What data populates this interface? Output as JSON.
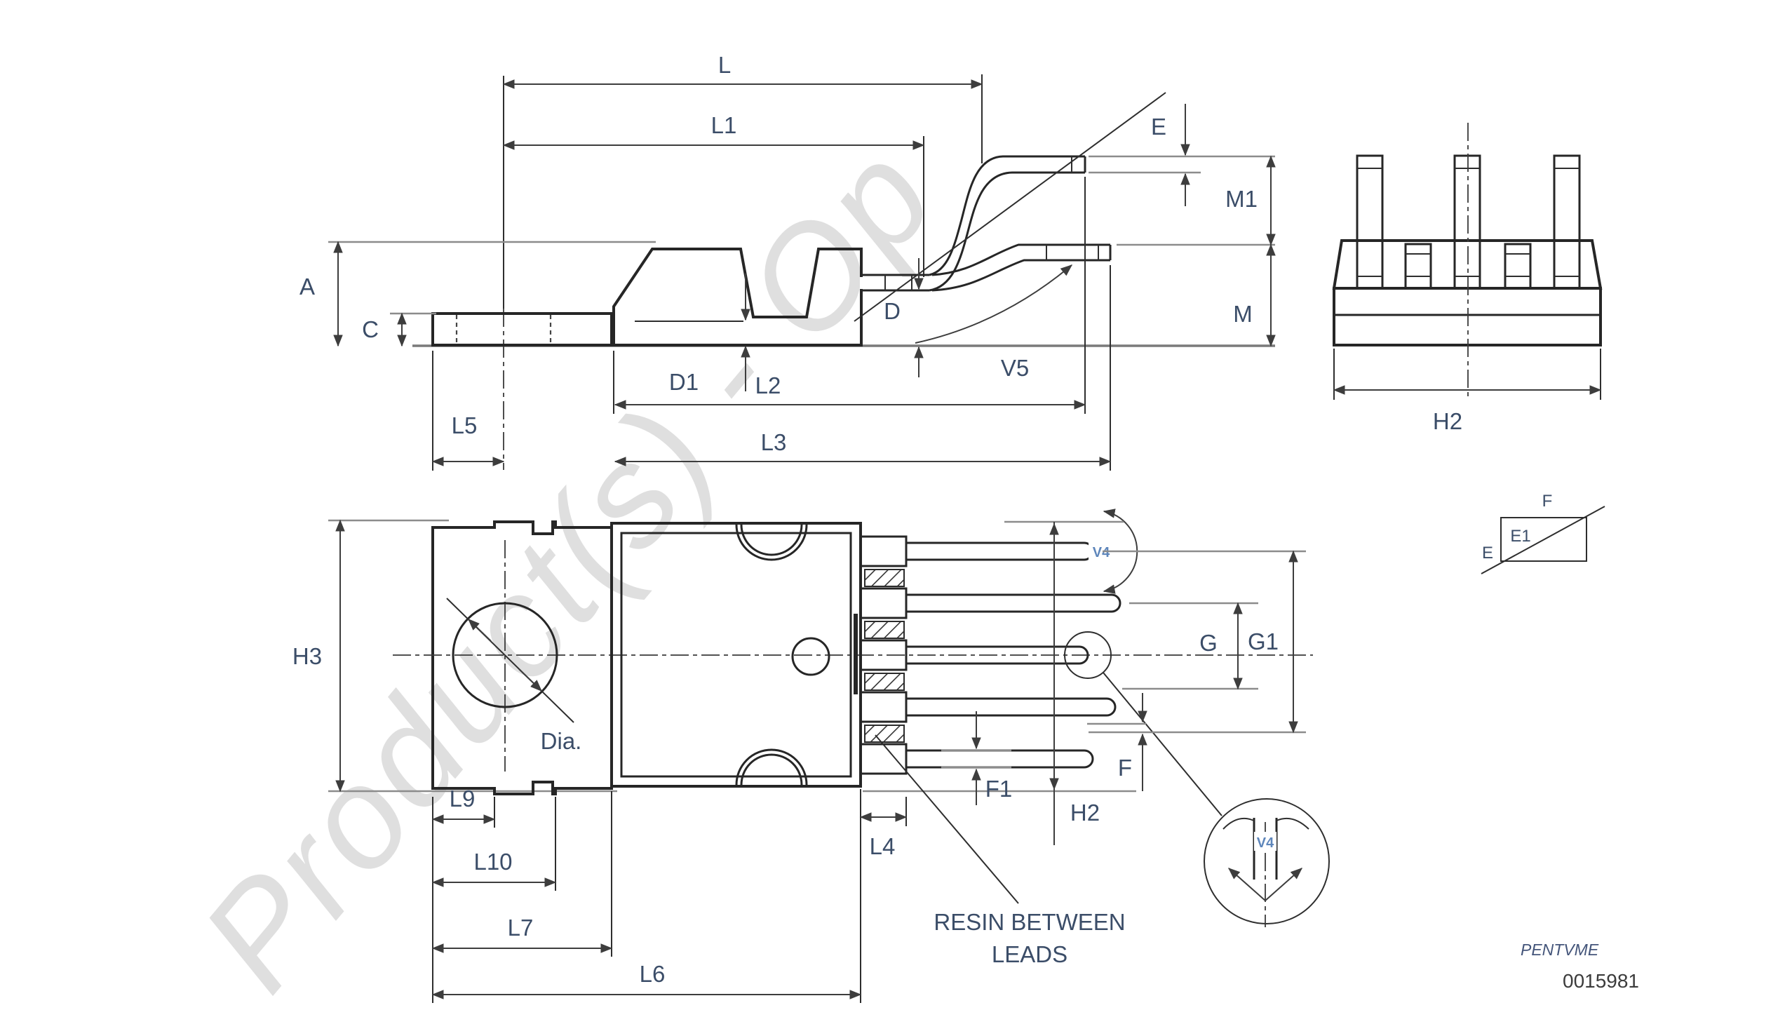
{
  "watermark": {
    "text": "Product(s) - Op"
  },
  "views": {
    "side": {
      "labels": {
        "L": "L",
        "L1": "L1",
        "A": "A",
        "C": "C",
        "D1": "D1",
        "D": "D",
        "E": "E",
        "M1": "M1",
        "M": "M",
        "V5": "V5",
        "L2": "L2",
        "L3": "L3",
        "L5": "L5"
      }
    },
    "front": {
      "labels": {
        "H2": "H2"
      }
    },
    "top": {
      "labels": {
        "H3": "H3",
        "Dia": "Dia.",
        "L9": "L9",
        "L10": "L10",
        "L7": "L7",
        "L6": "L6",
        "L4": "L4",
        "F1": "F1",
        "H2": "H2",
        "F": "F",
        "G": "G",
        "G1": "G1",
        "V4": "V4"
      },
      "annotations": {
        "resin_line1": "RESIN BETWEEN",
        "resin_line2": "LEADS"
      }
    },
    "detail_tip": {
      "labels": {
        "V4": "V4"
      }
    },
    "detail_e1": {
      "labels": {
        "E": "E",
        "E1": "E1",
        "F": "F"
      }
    }
  },
  "footer": {
    "package_name": "PENTVME",
    "drawing_number": "0015981"
  },
  "colors": {
    "outline": "#262626",
    "dimension": "#3d3d3d",
    "extension": "#8c8c8c",
    "label": "#3b4d68",
    "label_accent": "#5e86bb",
    "watermark": "#dadada"
  }
}
